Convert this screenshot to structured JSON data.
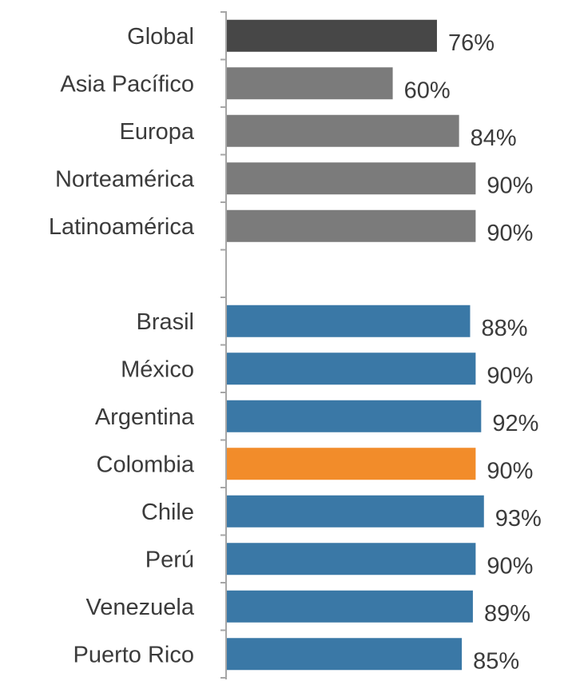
{
  "chart_data": {
    "type": "bar",
    "orientation": "horizontal",
    "categories": [
      "Global",
      "Asia Pacífico",
      "Europa",
      "Norteamérica",
      "Latinoamérica",
      "",
      "Brasil",
      "México",
      "Argentina",
      "Colombia",
      "Chile",
      "Perú",
      "Venezuela",
      "Puerto Rico"
    ],
    "values": [
      76,
      60,
      84,
      90,
      90,
      null,
      88,
      90,
      92,
      90,
      93,
      90,
      89,
      85
    ],
    "value_labels": [
      "76%",
      "60%",
      "84%",
      "90%",
      "90%",
      "",
      "88%",
      "90%",
      "92%",
      "90%",
      "93%",
      "90%",
      "89%",
      "85%"
    ],
    "bar_colors": [
      "#474747",
      "#7b7b7b",
      "#7b7b7b",
      "#7b7b7b",
      "#7b7b7b",
      "",
      "#3a78a6",
      "#3a78a6",
      "#3a78a6",
      "#f28c2a",
      "#3a78a6",
      "#3a78a6",
      "#3a78a6",
      "#3a78a6"
    ],
    "xlim": [
      0,
      100
    ],
    "grid": false,
    "legend": "none"
  }
}
